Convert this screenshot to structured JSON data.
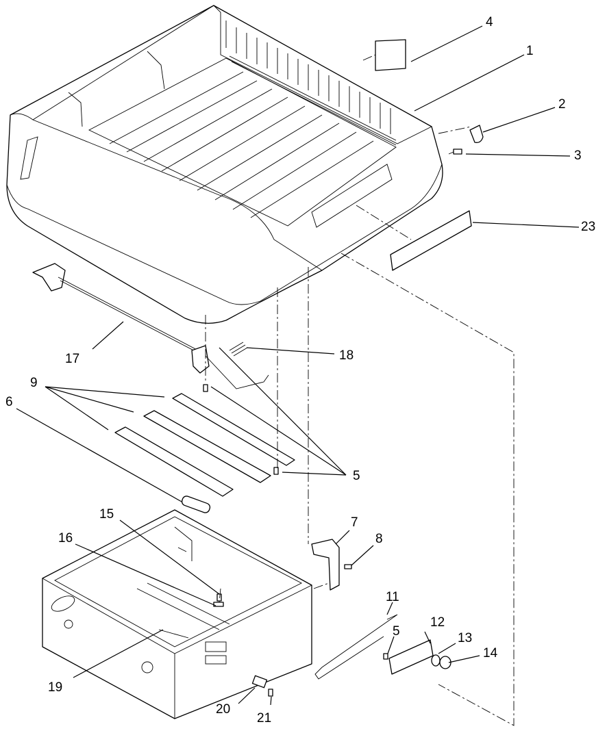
{
  "callouts": [
    {
      "id": "c1",
      "label": "1"
    },
    {
      "id": "c2",
      "label": "2"
    },
    {
      "id": "c3",
      "label": "3"
    },
    {
      "id": "c4",
      "label": "4"
    },
    {
      "id": "c5a",
      "label": "5"
    },
    {
      "id": "c5b",
      "label": "5"
    },
    {
      "id": "c6",
      "label": "6"
    },
    {
      "id": "c7",
      "label": "7"
    },
    {
      "id": "c8",
      "label": "8"
    },
    {
      "id": "c9",
      "label": "9"
    },
    {
      "id": "c11",
      "label": "11"
    },
    {
      "id": "c12",
      "label": "12"
    },
    {
      "id": "c13",
      "label": "13"
    },
    {
      "id": "c14",
      "label": "14"
    },
    {
      "id": "c15",
      "label": "15"
    },
    {
      "id": "c16",
      "label": "16"
    },
    {
      "id": "c17",
      "label": "17"
    },
    {
      "id": "c18",
      "label": "18"
    },
    {
      "id": "c19",
      "label": "19"
    },
    {
      "id": "c20",
      "label": "20"
    },
    {
      "id": "c21",
      "label": "21"
    },
    {
      "id": "c23",
      "label": "23"
    }
  ]
}
